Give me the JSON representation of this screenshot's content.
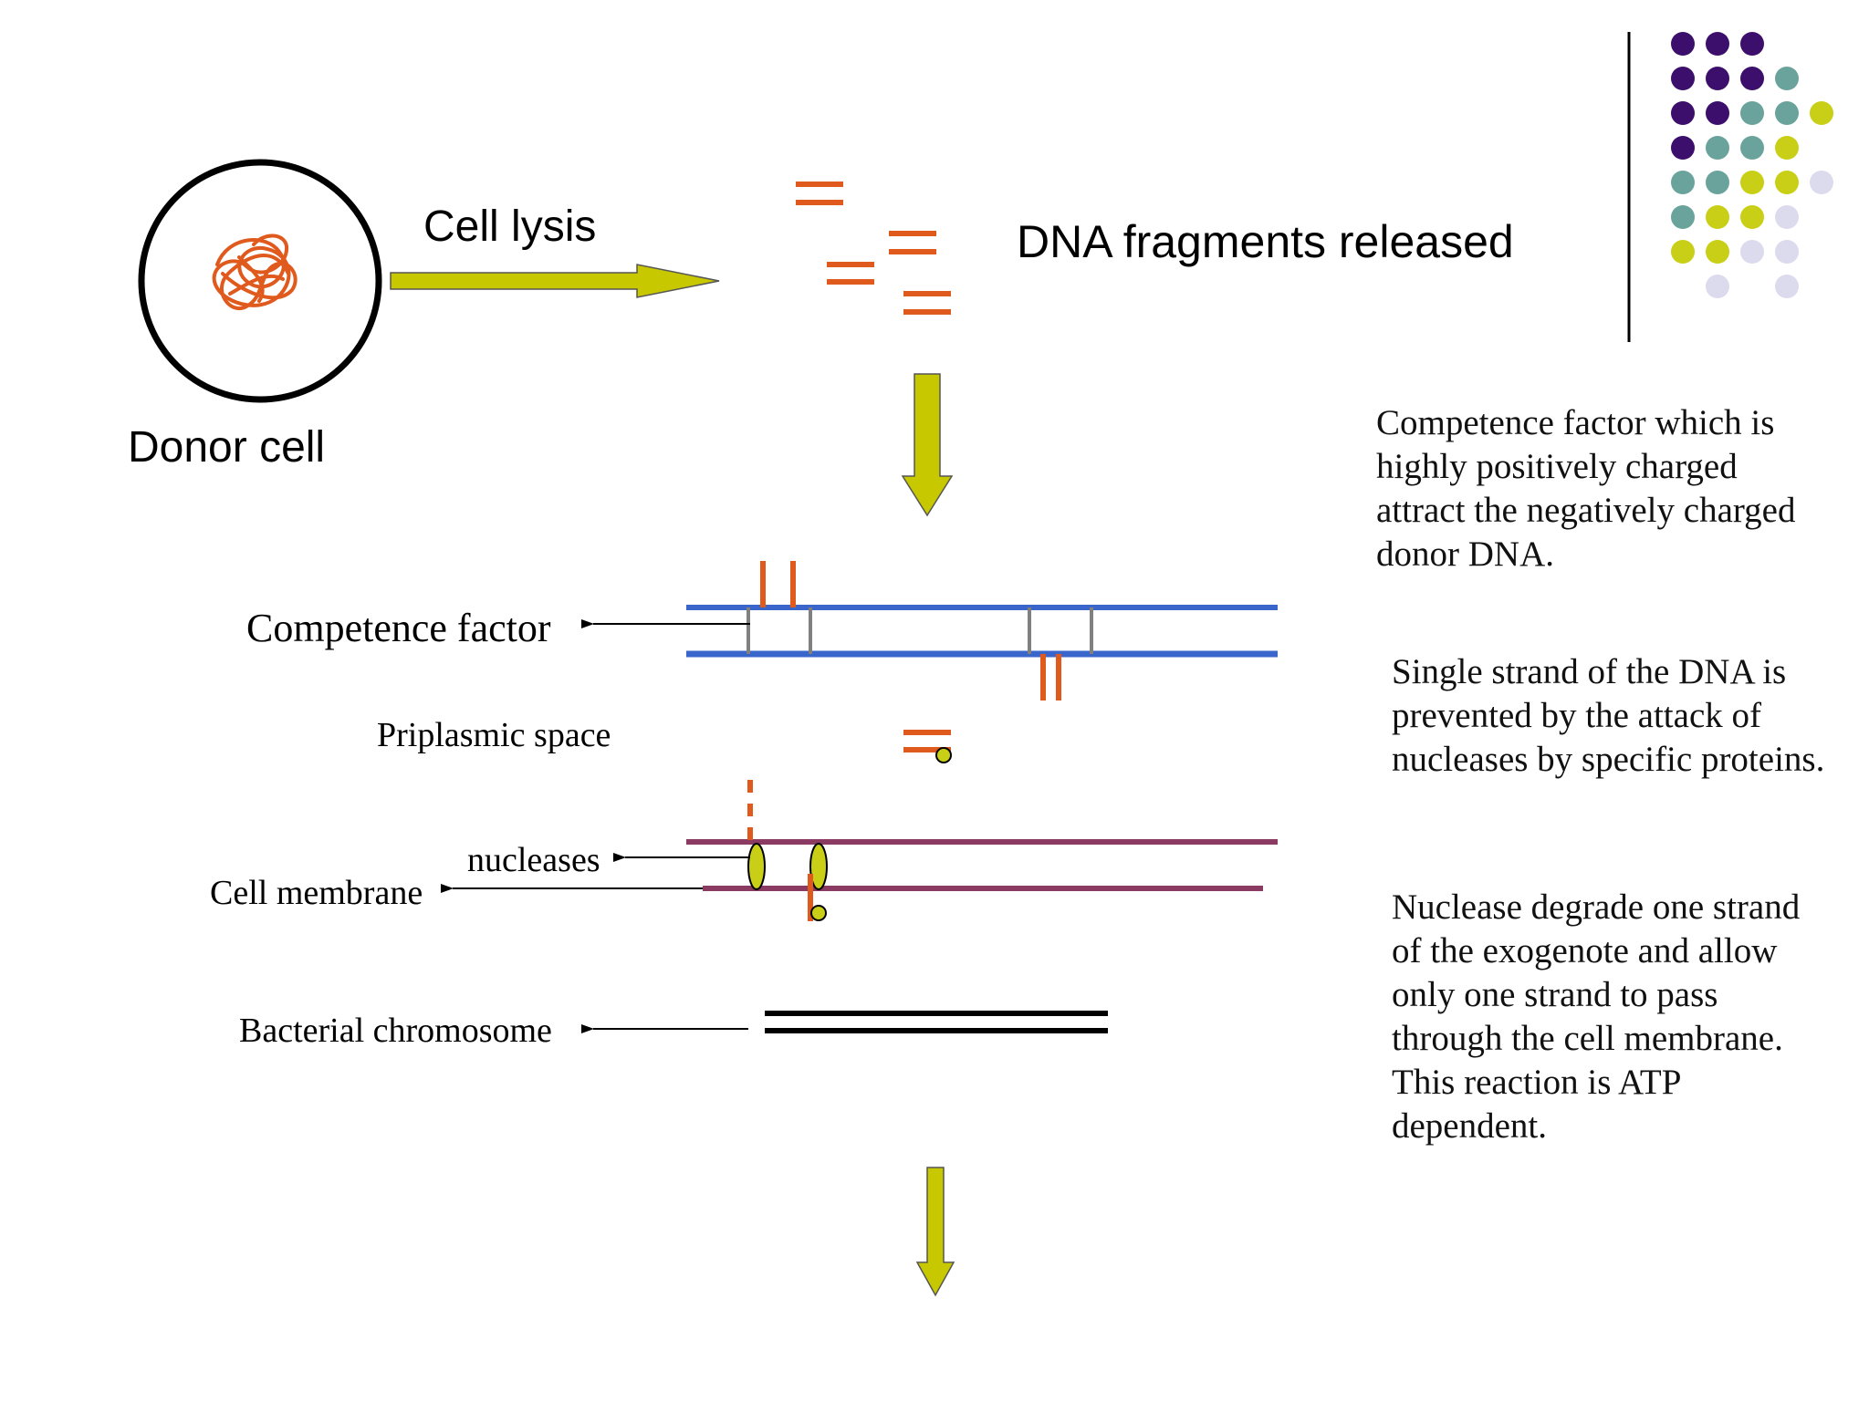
{
  "labels": {
    "cell_lysis": "Cell lysis",
    "dna_fragments_released": "DNA fragments released",
    "donor_cell": "Donor cell",
    "competence_factor": "Competence factor",
    "priplasmic_space": "Priplasmic space",
    "nucleases": "nucleases",
    "cell_membrane": "Cell membrane",
    "bacterial_chromosome": "Bacterial chromosome"
  },
  "descriptions": {
    "competence": "Competence factor which is highly positively charged attract the negatively charged donor DNA.",
    "single_strand": "Single strand of the DNA is prevented by the attack of nucleases by specific proteins.",
    "nuclease": "Nuclease degrade one strand of the exogenote and allow only one strand to pass through the cell membrane. This reaction is ATP dependent."
  },
  "colors": {
    "dna": "#e05a1e",
    "arrow_fill": "#c8c800",
    "outer_membrane": "#3a66cc",
    "cell_membrane": "#8b3a62",
    "chromosome": "#000000",
    "dot_purple": "#3b0f6b",
    "dot_teal": "#6aa39c",
    "dot_yellow": "#c8cf16",
    "dot_lavender": "#dcdaed"
  },
  "decor_dots": [
    [
      "purple",
      "purple",
      "purple",
      null,
      null
    ],
    [
      "purple",
      "purple",
      "purple",
      "teal",
      null
    ],
    [
      "purple",
      "purple",
      "teal",
      "teal",
      "yellow"
    ],
    [
      "purple",
      "teal",
      "teal",
      "yellow",
      null
    ],
    [
      "teal",
      "teal",
      "yellow",
      "yellow",
      "lavender"
    ],
    [
      "teal",
      "yellow",
      "yellow",
      "lavender",
      null
    ],
    [
      "yellow",
      "yellow",
      "lavender",
      "lavender",
      null
    ],
    [
      null,
      "lavender",
      null,
      "lavender",
      null
    ]
  ]
}
